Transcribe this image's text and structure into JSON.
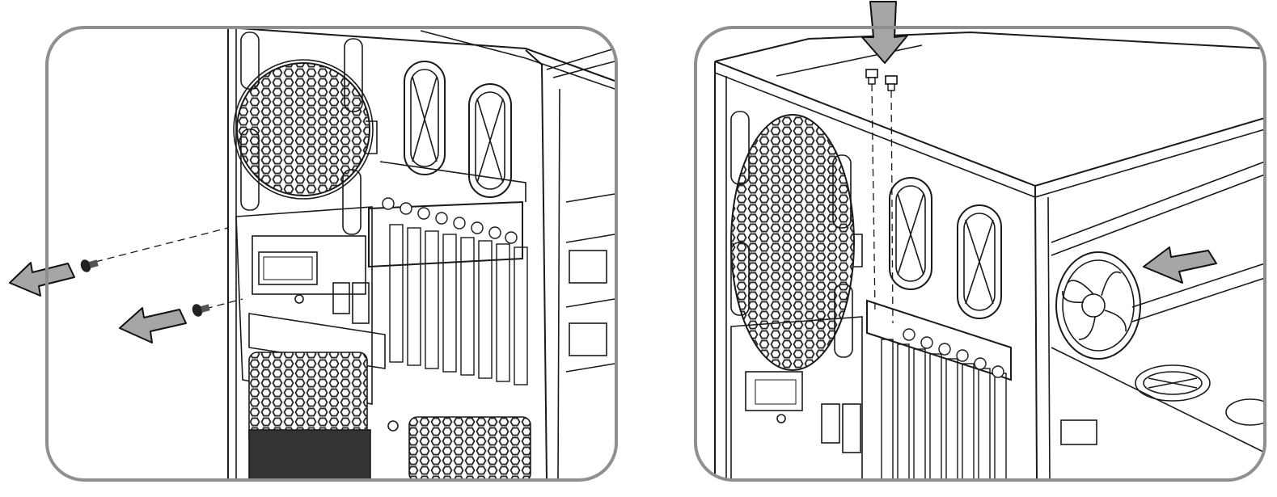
{
  "figure": {
    "panels": [
      {
        "id": "left",
        "action": "insert-screws"
      },
      {
        "id": "right",
        "action": "insert-screws-and-slide-panel"
      }
    ],
    "colors": {
      "frame": "#8f8f8f",
      "line": "#1a1a1a",
      "arrow_fill": "#a6a6a6",
      "arrow_stroke": "#111111",
      "background": "#ffffff"
    },
    "icons": [
      "screw-icon",
      "direction-arrow-icon",
      "case-fan-icon",
      "honeycomb-vent-icon"
    ]
  }
}
